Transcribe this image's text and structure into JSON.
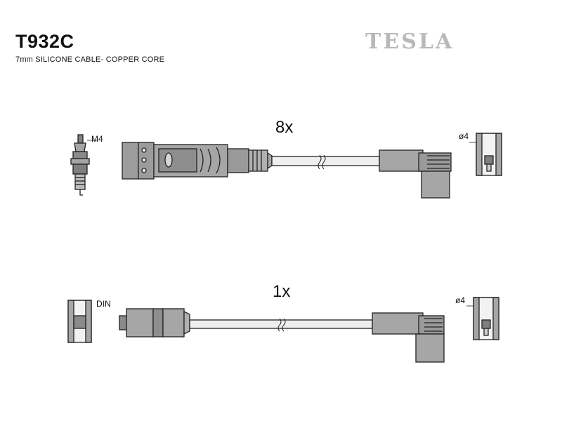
{
  "header": {
    "part_number": "T932C",
    "description": "7mm SILICONE CABLE- COPPER CORE",
    "brand": "TESLA"
  },
  "cable_top": {
    "quantity": "8x",
    "plug_end_label": "M4",
    "terminal_end_label": "ø4"
  },
  "cable_bottom": {
    "quantity": "1x",
    "connector_end_label": "DIN",
    "terminal_end_label": "ø4"
  },
  "colors": {
    "part_fill": "#a6a6a6",
    "part_dark": "#7f7f7f",
    "outline": "#222222",
    "cable_fill": "#efefef",
    "brand": "#b9b9b9"
  }
}
